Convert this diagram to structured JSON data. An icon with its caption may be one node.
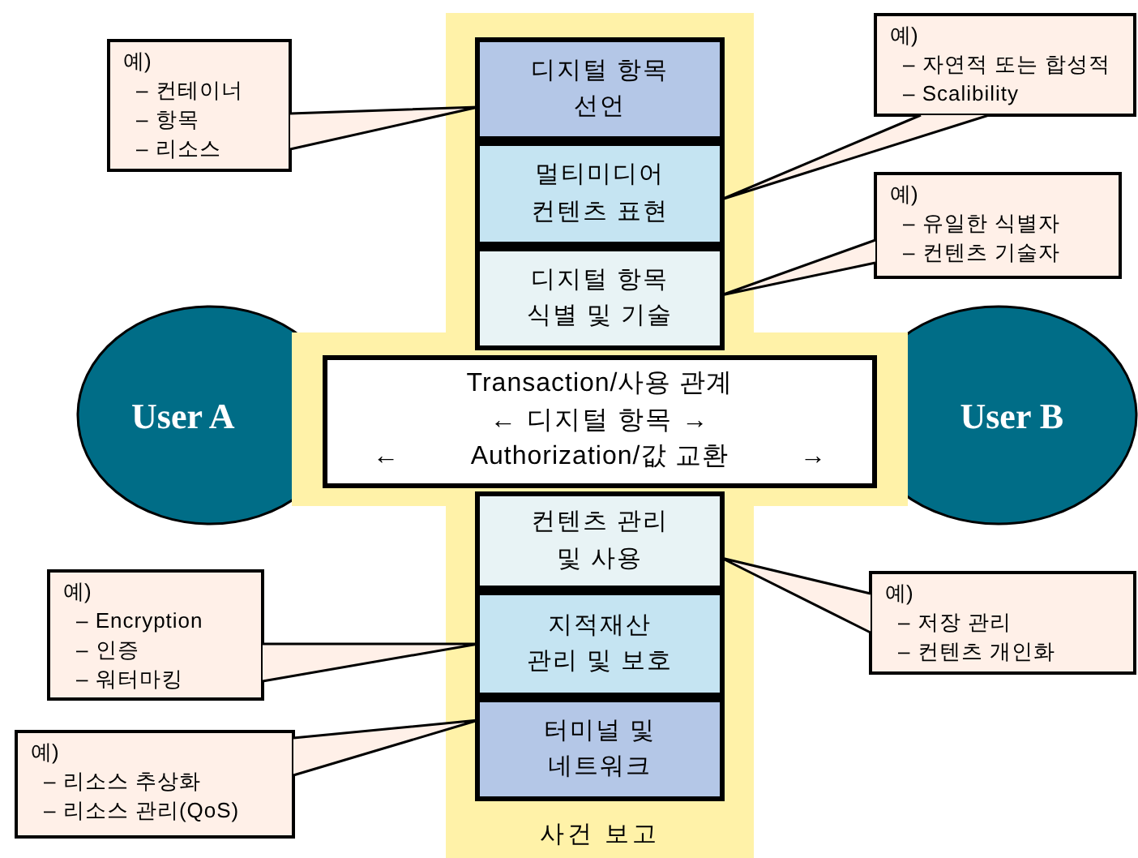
{
  "diagram": {
    "nodes": [
      {
        "text": [
          "사건 보고"
        ]
      },
      {
        "text": [
          "디지털 항목 선언"
        ],
        "in": 0
      },
      {
        "text": [
          "멀티미디어 컨텐츠 표현"
        ],
        "in": 0
      },
      {
        "text": [
          "디지털 항목 식별 및 기술"
        ],
        "in": 0
      },
      {
        "text": [
          "Transaction/사용 관계",
          "← 디지털 항목 →",
          "←",
          "Authorization/값 교환",
          "→"
        ],
        "in": 0
      },
      {
        "text": [
          "컨텐츠 관리 및 사용"
        ],
        "in": 0
      },
      {
        "text": [
          "지적재산 관리 및 보호"
        ],
        "in": 0
      },
      {
        "text": [
          "터미널 및 네트워크"
        ],
        "in": 0
      },
      {
        "text": [
          "User A"
        ]
      },
      {
        "text": [
          "User B"
        ]
      },
      {
        "text": [
          "예)",
          "– 컨테이너",
          "– 항목",
          "– 리소스"
        ]
      },
      {
        "text": [
          "예)",
          "– 자연적 또는 합성적",
          "– Scalibility"
        ]
      },
      {
        "text": [
          "예)",
          "– 유일한 식별자",
          "– 컨텐츠 기술자"
        ]
      },
      {
        "text": [
          "예)",
          "– Encryption",
          "– 인증",
          "– 워터마킹"
        ]
      },
      {
        "text": [
          "예)",
          "– 저장 관리",
          "– 컨텐츠 개인화"
        ]
      },
      {
        "text": [
          "예)",
          "– 리소스 추상화",
          "– 리소스 관리(QoS)"
        ]
      }
    ],
    "edges": [
      {
        "from": 10,
        "to": 1,
        "arrow": "none"
      },
      {
        "from": 11,
        "to": 2,
        "arrow": "none"
      },
      {
        "from": 12,
        "to": 3,
        "arrow": "none"
      },
      {
        "from": 13,
        "to": 6,
        "arrow": "none"
      },
      {
        "from": 14,
        "to": 5,
        "arrow": "none"
      },
      {
        "from": 15,
        "to": 7,
        "arrow": "none"
      }
    ]
  }
}
